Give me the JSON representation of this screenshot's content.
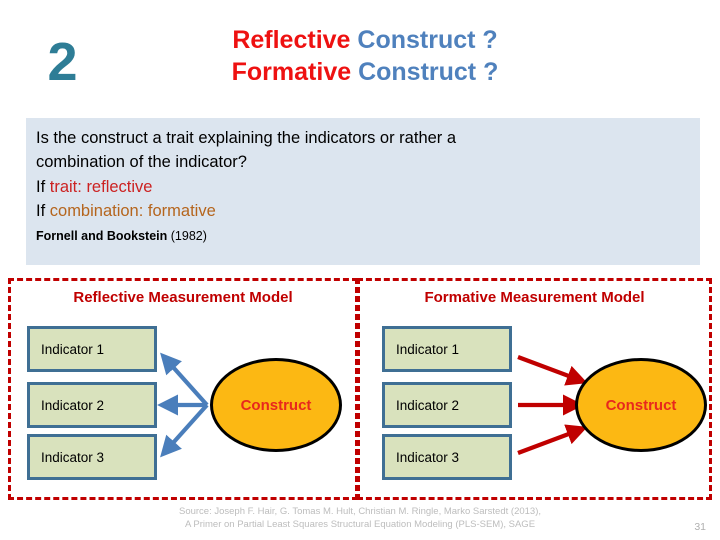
{
  "header": {
    "slide_number": "2",
    "title_line1_red": "Reflective ",
    "title_line1_blue": "Construct ?",
    "title_line2_red": "Formative ",
    "title_line2_blue": "Construct ?"
  },
  "intro": {
    "line1": "Is the construct a trait explaining the indicators or rather a",
    "line2": "combination of the indicator?",
    "line3_prefix": "If ",
    "line3_highlight": "trait: reflective",
    "line4_prefix": "If ",
    "line4_highlight": "combination: formative",
    "citation_author": "Fornell and Bookstein ",
    "citation_year": "(1982)"
  },
  "models": {
    "reflective": {
      "heading": "Reflective Measurement Model",
      "indicators": [
        "Indicator 1",
        "Indicator 2",
        "Indicator 3"
      ],
      "construct_label": "Construct",
      "arrow_color": "#4a7ebb",
      "arrow_direction": "construct-to-indicators"
    },
    "formative": {
      "heading": "Formative Measurement Model",
      "indicators": [
        "Indicator 1",
        "Indicator 2",
        "Indicator 3"
      ],
      "construct_label": "Construct",
      "arrow_color": "#c00000",
      "arrow_direction": "indicators-to-construct"
    }
  },
  "footer": {
    "source_line1": "Source: Joseph F. Hair, G. Tomas M. Hult, Christian M. Ringle, Marko Sarstedt (2013),",
    "source_line2": "A Primer on Partial Least Squares Structural Equation Modeling (PLS-SEM), SAGE",
    "page_number": "31"
  },
  "colors": {
    "accent_red": "#ee1111",
    "accent_blue": "#4f81bd",
    "teal": "#2e7d96",
    "panel_bg": "#dce5ef",
    "indicator_fill": "#d9e2bd",
    "indicator_border": "#3f6f94",
    "construct_fill": "#fcb813",
    "construct_text": "#e8281d",
    "dashed_border": "#c00000"
  }
}
